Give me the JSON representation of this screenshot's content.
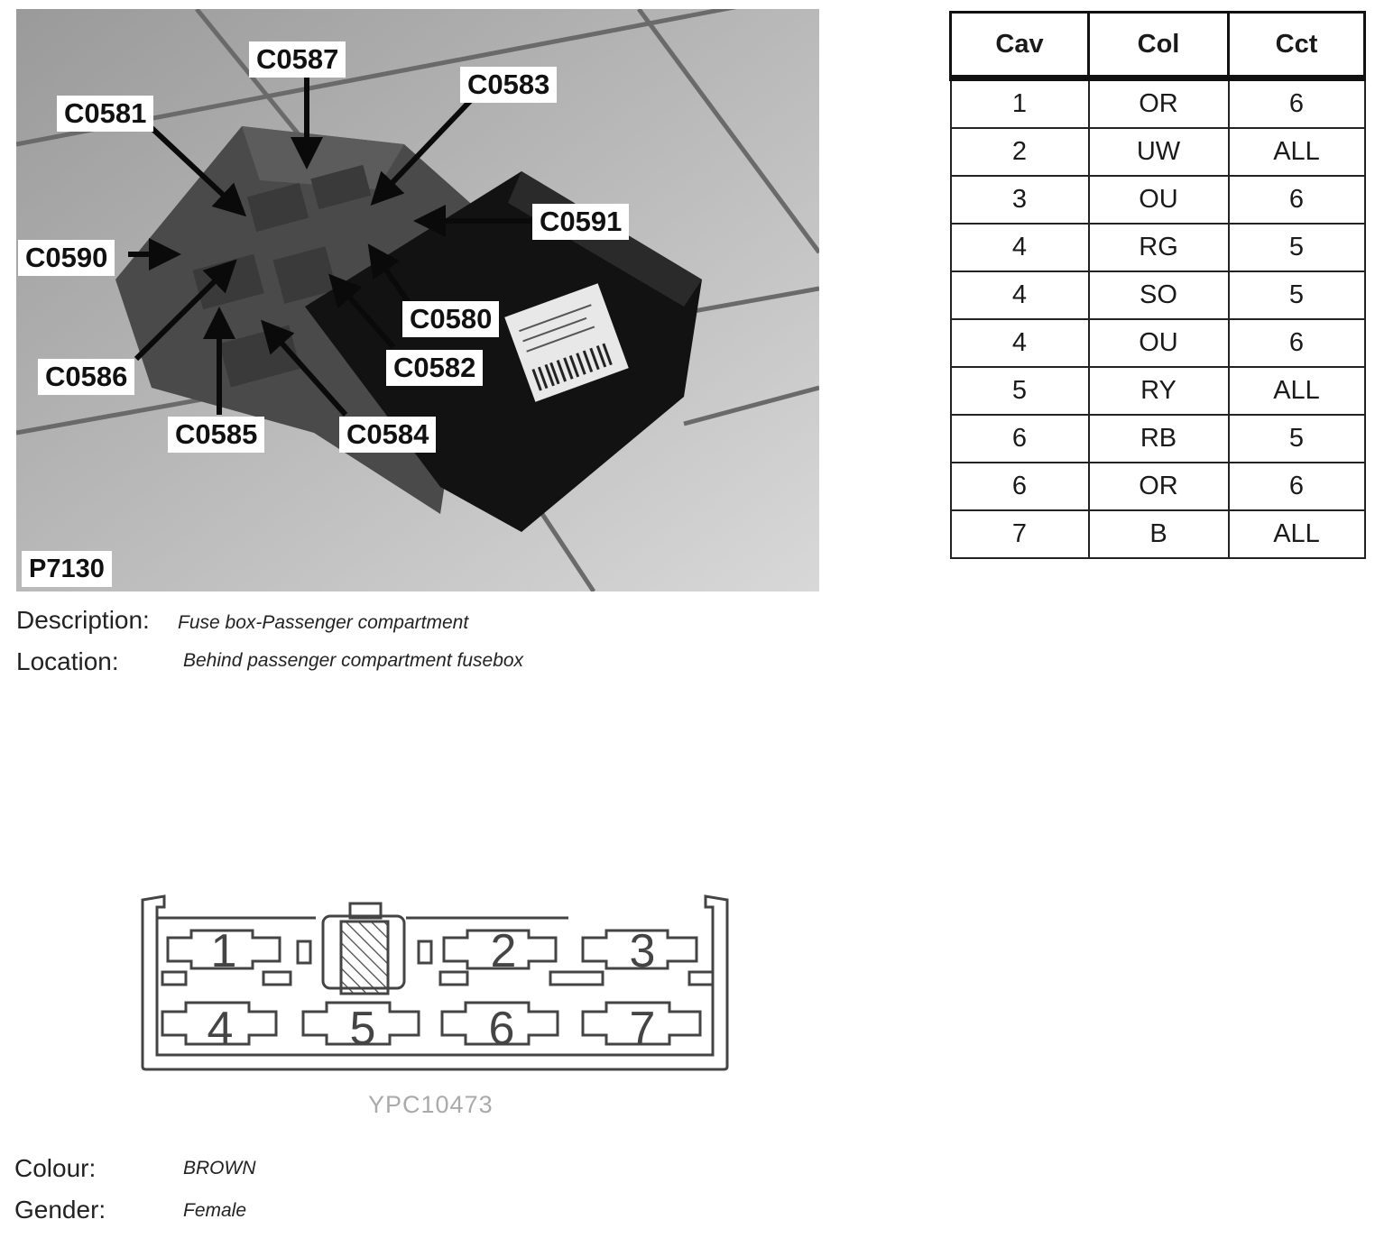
{
  "photo": {
    "reference": "P7130",
    "callouts": [
      {
        "label": "C0587"
      },
      {
        "label": "C0583"
      },
      {
        "label": "C0581"
      },
      {
        "label": "C0591"
      },
      {
        "label": "C0590"
      },
      {
        "label": "C0580"
      },
      {
        "label": "C0586"
      },
      {
        "label": "C0582"
      },
      {
        "label": "C0585"
      },
      {
        "label": "C0584"
      }
    ]
  },
  "info": {
    "description_label": "Description:",
    "description_value": "Fuse box-Passenger compartment",
    "location_label": "Location:",
    "location_value": "Behind passenger compartment fusebox",
    "colour_label": "Colour:",
    "colour_value": "BROWN",
    "gender_label": "Gender:",
    "gender_value": "Female"
  },
  "table": {
    "headers": [
      "Cav",
      "Col",
      "Cct"
    ],
    "rows": [
      [
        "1",
        "OR",
        "6"
      ],
      [
        "2",
        "UW",
        "ALL"
      ],
      [
        "3",
        "OU",
        "6"
      ],
      [
        "4",
        "RG",
        "5"
      ],
      [
        "4",
        "SO",
        "5"
      ],
      [
        "4",
        "OU",
        "6"
      ],
      [
        "5",
        "RY",
        "ALL"
      ],
      [
        "6",
        "RB",
        "5"
      ],
      [
        "6",
        "OR",
        "6"
      ],
      [
        "7",
        "B",
        "ALL"
      ]
    ]
  },
  "connector": {
    "drawing_id": "YPC10473",
    "cavities": [
      "1",
      "2",
      "3",
      "4",
      "5",
      "6",
      "7"
    ]
  }
}
